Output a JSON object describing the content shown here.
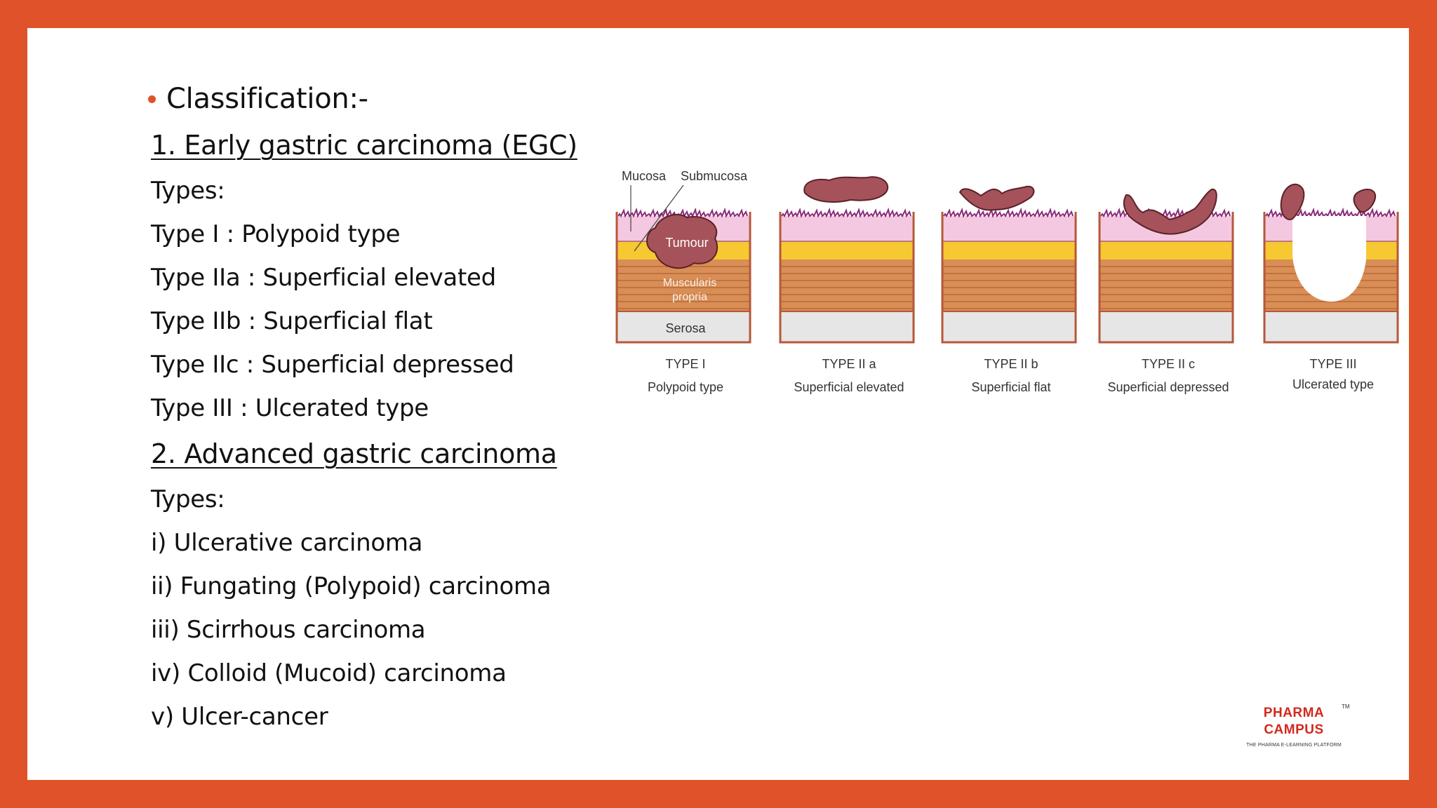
{
  "classification": {
    "title": "Classification:-",
    "egc_heading": "1. Early gastric carcinoma (EGC)",
    "egc_types_label": "Types:",
    "egc_types": [
      "Type I : Polypoid type",
      "Type IIa : Superficial elevated",
      "Type IIb : Superficial flat",
      "Type IIc : Superficial depressed",
      "Type III : Ulcerated type"
    ],
    "agc_heading": "2. Advanced gastric carcinoma",
    "agc_types_label": "Types:",
    "agc_types": [
      "i) Ulcerative carcinoma",
      "ii) Fungating (Polypoid) carcinoma",
      "iii) Scirrhous carcinoma",
      "iv) Colloid (Mucoid) carcinoma",
      "v) Ulcer-cancer"
    ]
  },
  "figure": {
    "labels": {
      "mucosa": "Mucosa",
      "submucosa": "Submucosa",
      "tumour": "Tumour",
      "muscularis_1": "Muscularis",
      "muscularis_2": "propria",
      "serosa": "Serosa"
    },
    "panels": [
      {
        "type": "TYPE I",
        "name": "Polypoid type"
      },
      {
        "type": "TYPE II a",
        "name": "Superficial elevated"
      },
      {
        "type": "TYPE II b",
        "name": "Superficial flat"
      },
      {
        "type": "TYPE II c",
        "name": "Superficial depressed"
      },
      {
        "type": "TYPE III",
        "name": "Ulcerated type"
      }
    ],
    "colors": {
      "mucosa": "#F4C8E0",
      "submucosa": "#F6C832",
      "muscle": "#D88E55",
      "serosa": "#E6E6E6",
      "border": "#B5583A",
      "tumour": "#A6525A",
      "villi": "#8A2A7A"
    }
  },
  "logo": {
    "line1": "PHARMA",
    "line2": "CAMPUS",
    "tagline": "THE PHARMA E-LEARNING PLATFORM",
    "tm": "TM"
  },
  "theme": {
    "frame": "#E0522A",
    "bullet": "#E0522A"
  }
}
